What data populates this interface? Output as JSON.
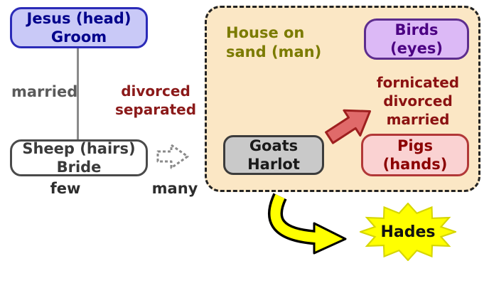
{
  "diagram": {
    "nodes": {
      "jesus": {
        "lines": [
          "Jesus (head)",
          "Groom"
        ]
      },
      "sheep": {
        "lines": [
          "Sheep (hairs)",
          "Bride"
        ]
      },
      "birds": {
        "lines": [
          "Birds",
          "(eyes)"
        ]
      },
      "goats": {
        "lines": [
          "Goats",
          "Harlot"
        ]
      },
      "pigs": {
        "lines": [
          "Pigs",
          "(hands)"
        ]
      },
      "hades": {
        "label": "Hades"
      }
    },
    "labels": {
      "married": "married",
      "divorced_separated": [
        "divorced",
        "separated"
      ],
      "few": "few",
      "many": "many",
      "house_on_sand": [
        "House on",
        "sand (man)"
      ],
      "fornication_list": [
        "fornicated",
        "divorced",
        "married"
      ]
    },
    "icons": {
      "dashed_arrow": "dashed-right-arrow-icon",
      "red_arrow": "up-right-block-arrow-icon",
      "curved_arrow": "curved-down-right-arrow-icon",
      "starburst": "hades-starburst-icon"
    },
    "colors": {
      "jesus_fill": "#c9c9f7",
      "jesus_border": "#2b2bb8",
      "jesus_text": "#00008b",
      "sheep_fill": "#ffffff",
      "sheep_border": "#4a4a4a",
      "sheep_text": "#3a3a3a",
      "birds_fill": "#dcb9f6",
      "birds_border": "#5d2d8e",
      "birds_text": "#4b0082",
      "goats_fill": "#c9c9c9",
      "goats_border": "#3c3c3c",
      "goats_text": "#1a1a1a",
      "pigs_fill": "#fad2d2",
      "pigs_border": "#b23838",
      "pigs_text": "#8b0000",
      "container_fill": "#fbe7c5",
      "container_border": "#222222",
      "house_text": "#7b7b00",
      "sin_text": "#8b1212",
      "married_text": "#5a5a5a",
      "red_arrow_fill": "#e06a6a",
      "red_arrow_border": "#9e1f1f",
      "yellow": "#ffff00",
      "hades_text": "#111111"
    }
  }
}
